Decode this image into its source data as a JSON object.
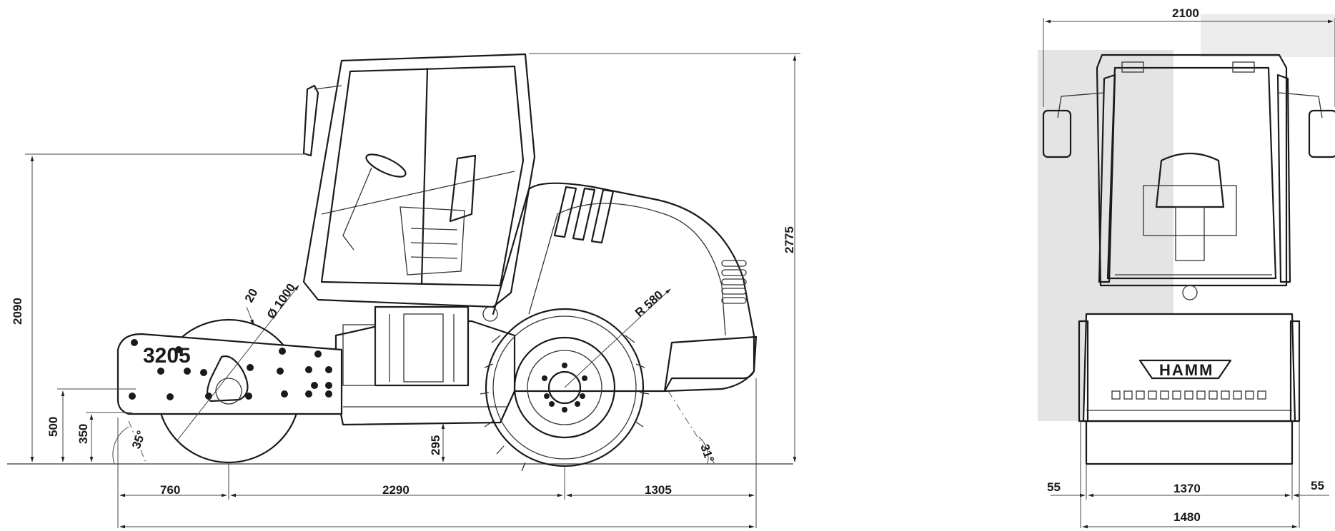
{
  "model_label": "3205",
  "brand_label": "HAMM",
  "side_view": {
    "angle_front": "35°",
    "angle_rear": "31°",
    "drum_diameter": "Ø 1000",
    "drum_offset": "20",
    "tire_radius": "R 580",
    "total_height": "2775",
    "height_2090": "2090",
    "height_500": "500",
    "height_350": "350",
    "clearance_295": "295",
    "length_760": "760",
    "wheelbase_2290": "2290",
    "length_1305": "1305"
  },
  "front_view": {
    "width_top": "2100",
    "drum_width": "1370",
    "overhang_left": "55",
    "overhang_right": "55",
    "total_width": "1480"
  }
}
